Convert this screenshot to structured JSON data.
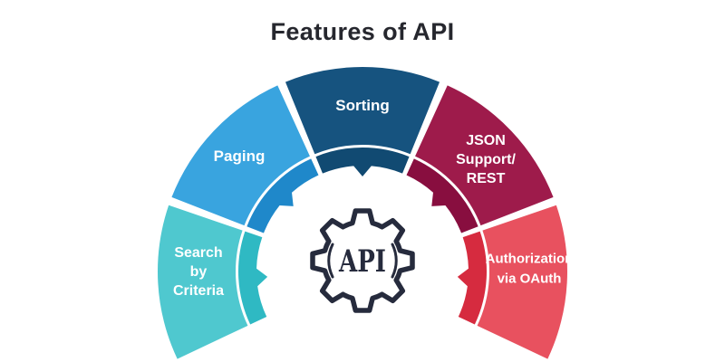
{
  "title": "Features of API",
  "colors": {
    "title": "#26272e",
    "icon": "#262b3d",
    "background": "#ffffff",
    "label_text": "#ffffff"
  },
  "center": {
    "label": "API",
    "icon": "gear-icon"
  },
  "segments": [
    {
      "id": "search-by-criteria",
      "label": "Search by Criteria",
      "lines": [
        "Search",
        "by",
        "Criteria"
      ],
      "color_main": "#4fc8cf",
      "color_inner": "#2fb9c3"
    },
    {
      "id": "paging",
      "label": "Paging",
      "lines": [
        "Paging"
      ],
      "color_main": "#39a4df",
      "color_inner": "#1f88ca"
    },
    {
      "id": "sorting",
      "label": "Sorting",
      "lines": [
        "Sorting"
      ],
      "color_main": "#16537f",
      "color_inner": "#114a72"
    },
    {
      "id": "json-support-rest",
      "label": "JSON Support/REST",
      "lines": [
        "JSON",
        "Support/",
        "REST"
      ],
      "color_main": "#9e1b4b",
      "color_inner": "#880e3f"
    },
    {
      "id": "authorization-via-oauth",
      "label": "Authorization via OAuth",
      "lines": [
        "Authorization",
        "via OAuth"
      ],
      "color_main": "#e8515f",
      "color_inner": "#d62b3f"
    }
  ]
}
